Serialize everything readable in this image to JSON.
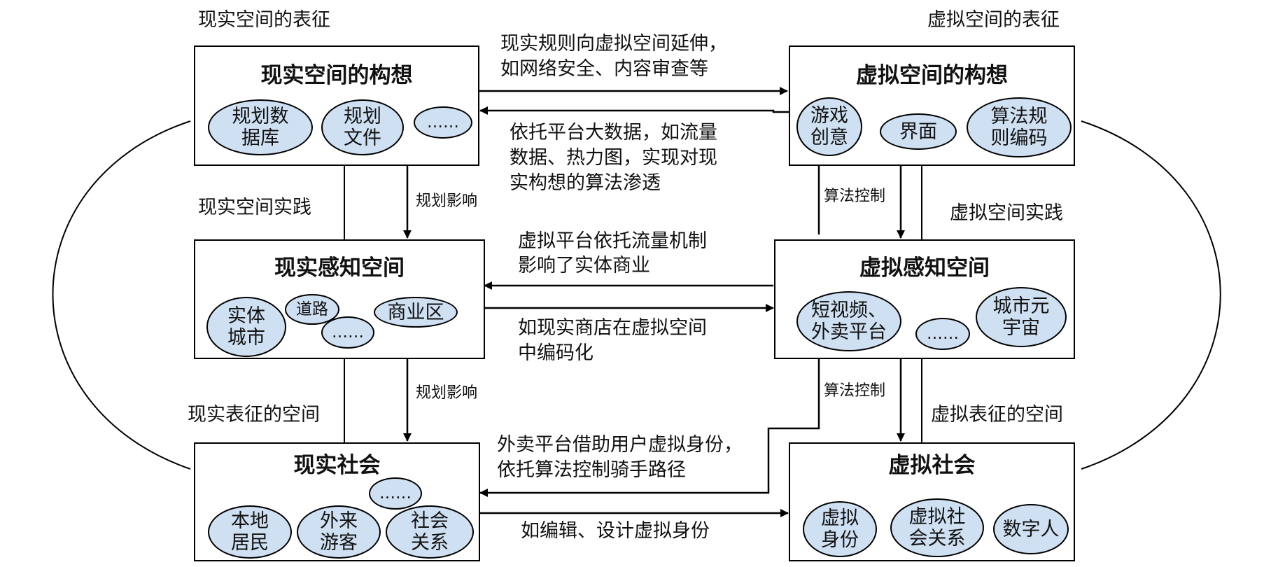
{
  "labels": {
    "real_representation": "现实空间的表征",
    "virtual_representation": "虚拟空间的表征",
    "real_practice": "现实空间实践",
    "virtual_practice": "虚拟空间实践",
    "real_represented_space": "现实表征的空间",
    "virtual_represented_space": "虚拟表征的空间"
  },
  "boxes": {
    "real_conceived": {
      "title": "现实空间的构想",
      "items": [
        "规划数\n据库",
        "规划\n文件",
        "……"
      ]
    },
    "virtual_conceived": {
      "title": "虚拟空间的构想",
      "items": [
        "游戏\n创意",
        "界面",
        "算法规\n则编码"
      ]
    },
    "real_perceived": {
      "title": "现实感知空间",
      "items": [
        "实体\n城市",
        "道路",
        "……",
        "商业区"
      ]
    },
    "virtual_perceived": {
      "title": "虚拟感知空间",
      "items": [
        "短视频、\n外卖平台",
        "……",
        "城市元\n宇宙"
      ]
    },
    "real_society": {
      "title": "现实社会",
      "items": [
        "……",
        "本地\n居民",
        "外来\n游客",
        "社会\n关系"
      ]
    },
    "virtual_society": {
      "title": "虚拟社会",
      "items": [
        "虚拟\n身份",
        "虚拟社\n会关系",
        "数字人"
      ]
    }
  },
  "annotations": {
    "top_right_1": "现实规则向虚拟空间延伸，",
    "top_right_2": "如网络安全、内容审查等",
    "top_left_1": "依托平台大数据，如流量",
    "top_left_2": "数据、热力图，实现对现",
    "top_left_3": "实构想的算法渗透",
    "mid_left_1": "虚拟平台依托流量机制",
    "mid_left_2": "影响了实体商业",
    "mid_right_1": "如现实商店在虚拟空间",
    "mid_right_2": "中编码化",
    "bottom_left_1": "外卖平台借助用户虚拟身份，",
    "bottom_left_2": "依托算法控制骑手路径",
    "bottom_right": "如编辑、设计虚拟身份",
    "planning_influence_1": "规划影响",
    "planning_influence_2": "规划影响",
    "algorithm_control_1": "算法控制",
    "algorithm_control_2": "算法控制"
  }
}
